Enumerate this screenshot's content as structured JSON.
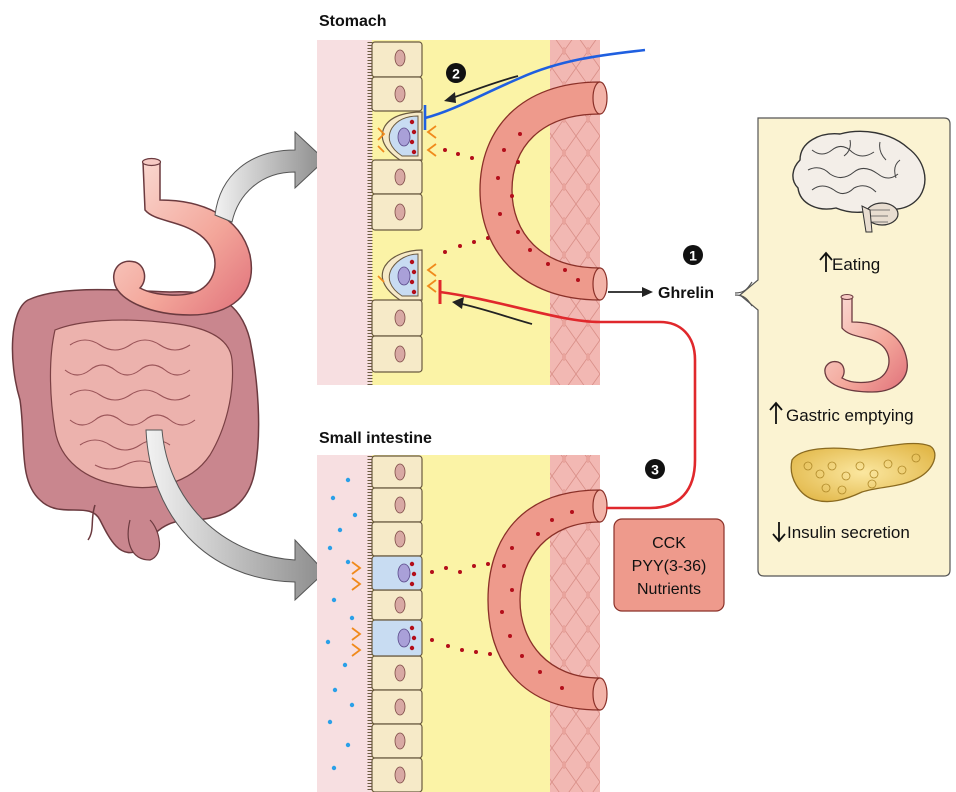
{
  "labels": {
    "stomach": "Stomach",
    "small_intestine": "Small intestine",
    "ghrelin": "Ghrelin"
  },
  "steps": {
    "one": "1",
    "two": "2",
    "three": "3"
  },
  "effects": {
    "eating": "Eating",
    "gastric_emptying": "Gastric emptying",
    "insulin_secretion": "Insulin secretion"
  },
  "inhibitors": [
    "CCK",
    "PYY(3-36)",
    "Nutrients"
  ],
  "colors": {
    "lumen": "#f7dfe1",
    "lamina": "#fbf3a6",
    "muscle": "#f2b8b3",
    "vessel": "#ee9a8c",
    "vessel_stroke": "#8a3028",
    "dot": "#b30e1a",
    "nerve_blue": "#1f5fe0",
    "inhibit_red": "#e0282c",
    "panel": "#fbf3d2",
    "receptor_orange": "#f08a1c",
    "luminal_dot": "#2aa0e8",
    "secreting_cell": "#c8dcf2",
    "arrow_grey": "#9a9a9a"
  },
  "icons": [
    "stomach-icon",
    "intestine-icon",
    "brain-icon",
    "pancreas-icon",
    "arrow-up-icon",
    "arrow-down-icon"
  ]
}
